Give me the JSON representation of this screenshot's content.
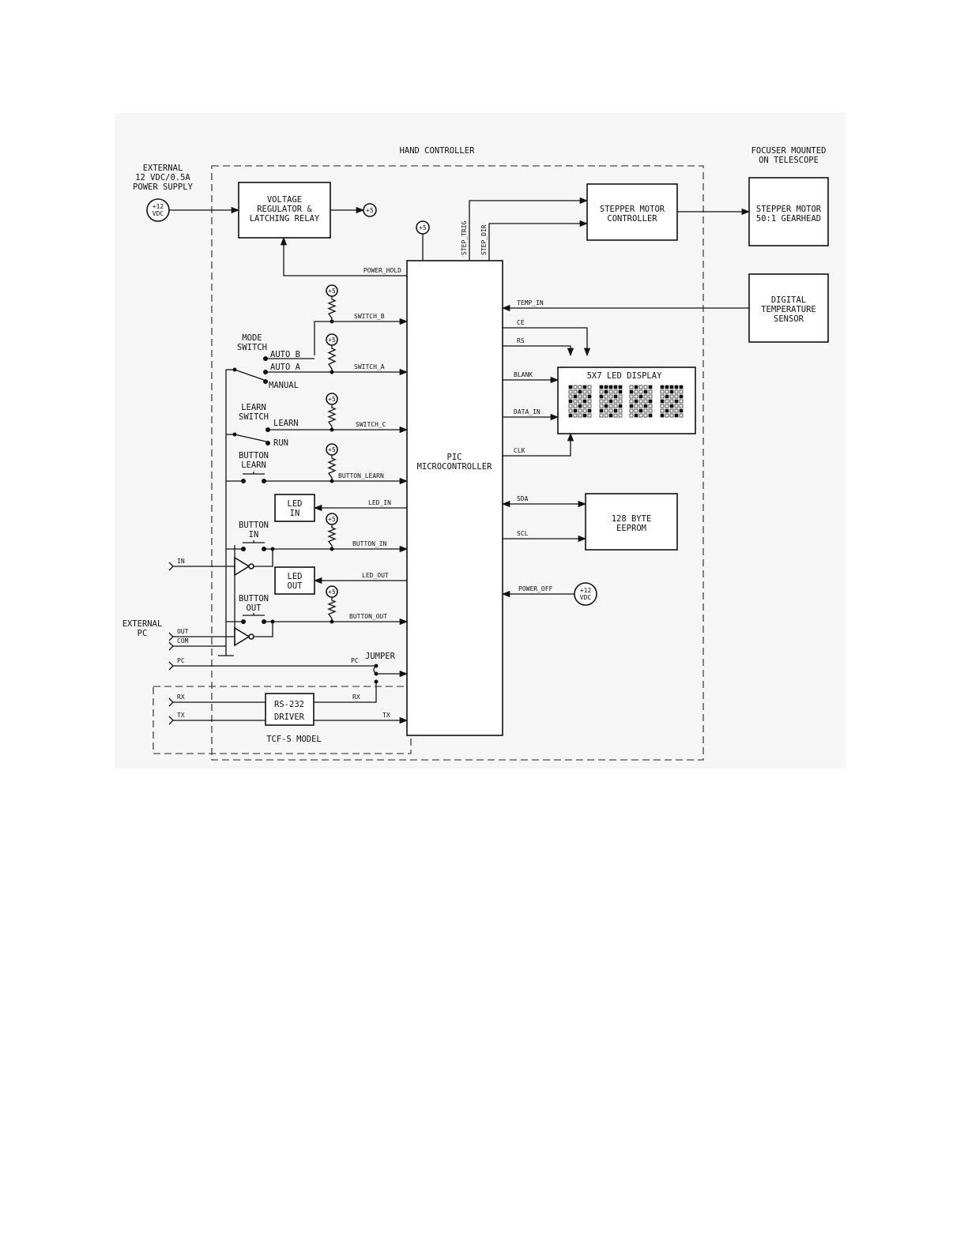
{
  "regions": {
    "hand_controller": "HAND CONTROLLER",
    "focuser": [
      "FOCUSER MOUNTED",
      "ON TELESCOPE"
    ],
    "tcf_s_model": "TCF-S MODEL"
  },
  "external_power": {
    "label": [
      "EXTERNAL",
      "12 VDC/0.5A",
      "POWER SUPPLY"
    ],
    "symbol": [
      "+12",
      "VDC"
    ]
  },
  "blocks": {
    "voltage_regulator": [
      "VOLTAGE",
      "REGULATOR &",
      "LATCHING RELAY"
    ],
    "stepper_controller": [
      "STEPPER MOTOR",
      "CONTROLLER"
    ],
    "stepper_motor": [
      "STEPPER MOTOR",
      "50:1 GEARHEAD"
    ],
    "temperature_sensor": [
      "DIGITAL",
      "TEMPERATURE",
      "SENSOR"
    ],
    "pic": [
      "PIC",
      "MICROCONTROLLER"
    ],
    "led_display": "5X7 LED DISPLAY",
    "eeprom": [
      "128 BYTE",
      "EEPROM"
    ],
    "led_in": [
      "LED",
      "IN"
    ],
    "led_out": [
      "LED",
      "OUT"
    ],
    "rs232": [
      "RS-232",
      "DRIVER"
    ]
  },
  "supply_symbol": "+5",
  "power_off_symbol": [
    "+12",
    "VDC"
  ],
  "signals": {
    "power_hold": "POWER_HOLD",
    "step_trig": "STEP_TRIG",
    "step_dir": "STEP_DIR",
    "temp_in": "TEMP_IN",
    "ce": "CE",
    "rs": "RS",
    "blank": "BLANK",
    "data_in": "DATA_IN",
    "clk": "CLK",
    "sda": "SDA",
    "scl": "SCL",
    "power_off": "POWER_OFF",
    "switch_b": "SWITCH_B",
    "switch_a": "SWITCH_A",
    "switch_c": "SWITCH_C",
    "button_learn": "BUTTON_LEARN",
    "led_in": "LED_IN",
    "button_in": "BUTTON_IN",
    "led_out": "LED_OUT",
    "button_out": "BUTTON_OUT",
    "pc": "PC",
    "rx": "RX",
    "tx": "TX"
  },
  "switches": {
    "mode": [
      "MODE",
      "SWITCH"
    ],
    "auto_b": "AUTO B",
    "auto_a": "AUTO A",
    "manual": "MANUAL",
    "learn_switch": [
      "LEARN",
      "SWITCH"
    ],
    "learn": "LEARN",
    "run": "RUN",
    "button_learn": [
      "BUTTON",
      "LEARN"
    ],
    "button_in": [
      "BUTTON",
      "IN"
    ],
    "button_out": [
      "BUTTON",
      "OUT"
    ],
    "jumper": "JUMPER"
  },
  "external_pc": {
    "label": [
      "EXTERNAL",
      "PC"
    ],
    "in": "IN",
    "out": "OUT",
    "com": "COM",
    "pc": "PC",
    "rx": "RX",
    "tx": "TX"
  }
}
